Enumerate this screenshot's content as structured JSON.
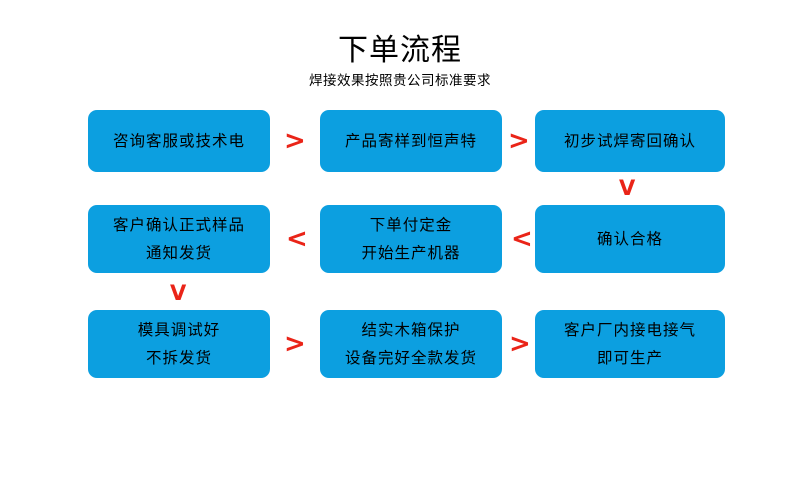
{
  "header": {
    "title": "下单流程",
    "subtitle": "焊接效果按照贵公司标准要求"
  },
  "theme": {
    "box_fill": "#0C9FE0",
    "arrow_color": "#EA2418",
    "text_color": "#000000",
    "page_background": "#FFFFFF"
  },
  "flow": {
    "rows": [
      {
        "row_index": 1,
        "direction": "left-to-right",
        "nodes": [
          {
            "id": "step-1",
            "lines": [
              "咨询客服或技术电"
            ]
          },
          {
            "id": "step-2",
            "lines": [
              "产品寄样到恒声特"
            ]
          },
          {
            "id": "step-3",
            "lines": [
              "初步试焊寄回确认"
            ]
          }
        ]
      },
      {
        "row_index": 2,
        "direction": "right-to-left",
        "nodes": [
          {
            "id": "step-6",
            "lines": [
              "客户确认正式样品",
              "通知发货"
            ]
          },
          {
            "id": "step-5",
            "lines": [
              "下单付定金",
              "开始生产机器"
            ]
          },
          {
            "id": "step-4",
            "lines": [
              "确认合格"
            ]
          }
        ]
      },
      {
        "row_index": 3,
        "direction": "left-to-right",
        "nodes": [
          {
            "id": "step-7",
            "lines": [
              "模具调试好",
              "不拆发货"
            ]
          },
          {
            "id": "step-8",
            "lines": [
              "结实木箱保护",
              "设备完好全款发货"
            ]
          },
          {
            "id": "step-9",
            "lines": [
              "客户厂内接电接气",
              "即可生产"
            ]
          }
        ]
      }
    ],
    "connectors": {
      "right_chevron": ">",
      "left_chevron": "<",
      "down_chevron": "V"
    }
  }
}
